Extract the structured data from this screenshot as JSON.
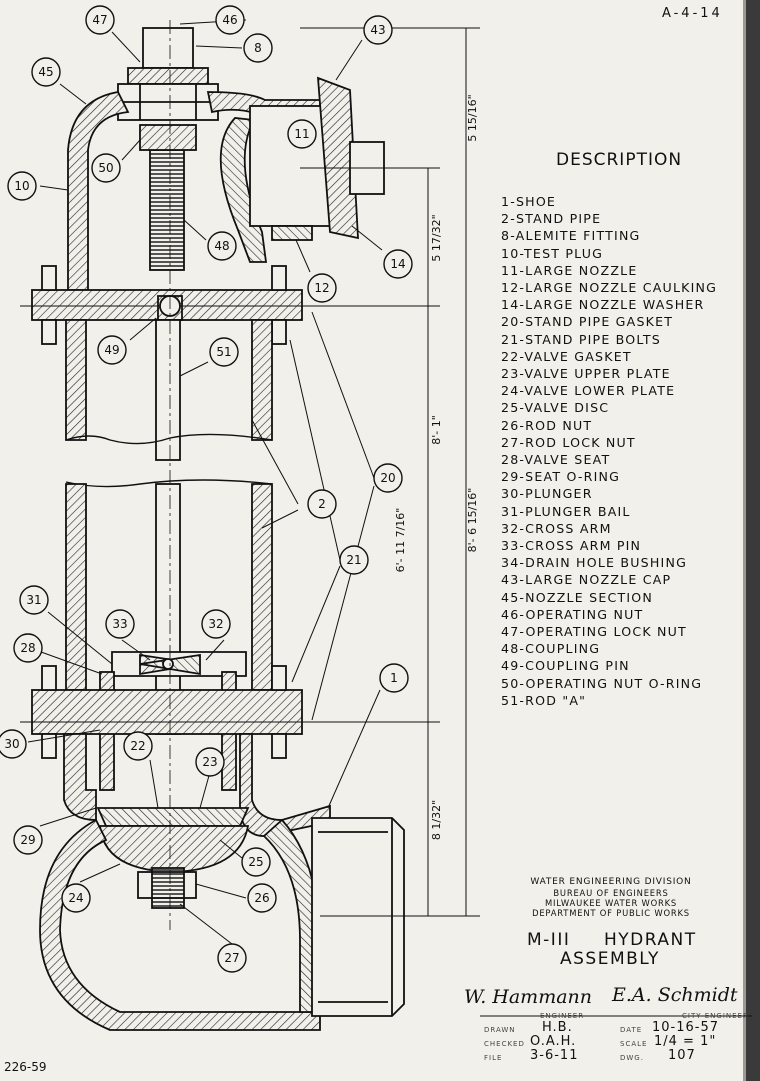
{
  "sheet_number": "A-4-14",
  "corner_number": "226-59",
  "description": {
    "title": "DESCRIPTION",
    "items": [
      "1-SHOE",
      "2-STAND PIPE",
      "8-ALEMITE FITTING",
      "10-TEST PLUG",
      "11-LARGE NOZZLE",
      "12-LARGE NOZZLE CAULKING",
      "14-LARGE NOZZLE WASHER",
      "20-STAND PIPE GASKET",
      "21-STAND PIPE BOLTS",
      "22-VALVE GASKET",
      "23-VALVE UPPER PLATE",
      "24-VALVE LOWER PLATE",
      "25-VALVE DISC",
      "26-ROD NUT",
      "27-ROD LOCK NUT",
      "28-VALVE SEAT",
      "29-SEAT O-RING",
      "30-PLUNGER",
      "31-PLUNGER BAIL",
      "32-CROSS ARM",
      "33-CROSS ARM PIN",
      "34-DRAIN HOLE BUSHING",
      "43-LARGE NOZZLE CAP",
      "45-NOZZLE SECTION",
      "46-OPERATING NUT",
      "47-OPERATING LOCK NUT",
      "48-COUPLING",
      "49-COUPLING PIN",
      "50-OPERATING NUT O-RING",
      "51-ROD \"A\""
    ]
  },
  "callouts": [
    "47",
    "46",
    "8",
    "43",
    "45",
    "11",
    "50",
    "10",
    "48",
    "12",
    "14",
    "49",
    "51",
    "2",
    "20",
    "21",
    "31",
    "33",
    "32",
    "28",
    "1",
    "30",
    "22",
    "23",
    "29",
    "24",
    "25",
    "26",
    "27"
  ],
  "dimensions": {
    "d1": "5 15/16\"",
    "d2": "5 17/32\"",
    "d3": "8'- 1\"",
    "d4": "8'- 6 15/16\"",
    "d5": "6'- 11 7/16\"",
    "d6": "8 1/32\""
  },
  "title_block": {
    "division": "WATER ENGINEERING DIVISION",
    "bureau": "BUREAU OF ENGINEERS",
    "works": "MILWAUKEE WATER WORKS",
    "department": "DEPARTMENT OF PUBLIC WORKS",
    "model": "M-III",
    "title_line1": "HYDRANT",
    "title_line2": "ASSEMBLY",
    "signature_engineer": "W. Hammann",
    "signature_city_engineer": "E.A. Schmidt",
    "label_engineer": "ENGINEER",
    "label_city_engineer": "CITY ENGINEER",
    "label_drawn": "DRAWN",
    "drawn": "H.B.",
    "label_checked": "CHECKED",
    "checked": "O.A.H.",
    "label_file": "FILE",
    "file": "3-6-11",
    "label_date": "DATE",
    "date": "10-16-57",
    "label_scale": "SCALE",
    "scale": "1/4 = 1\"",
    "label_dwg": "DWG.",
    "dwg": "107"
  }
}
